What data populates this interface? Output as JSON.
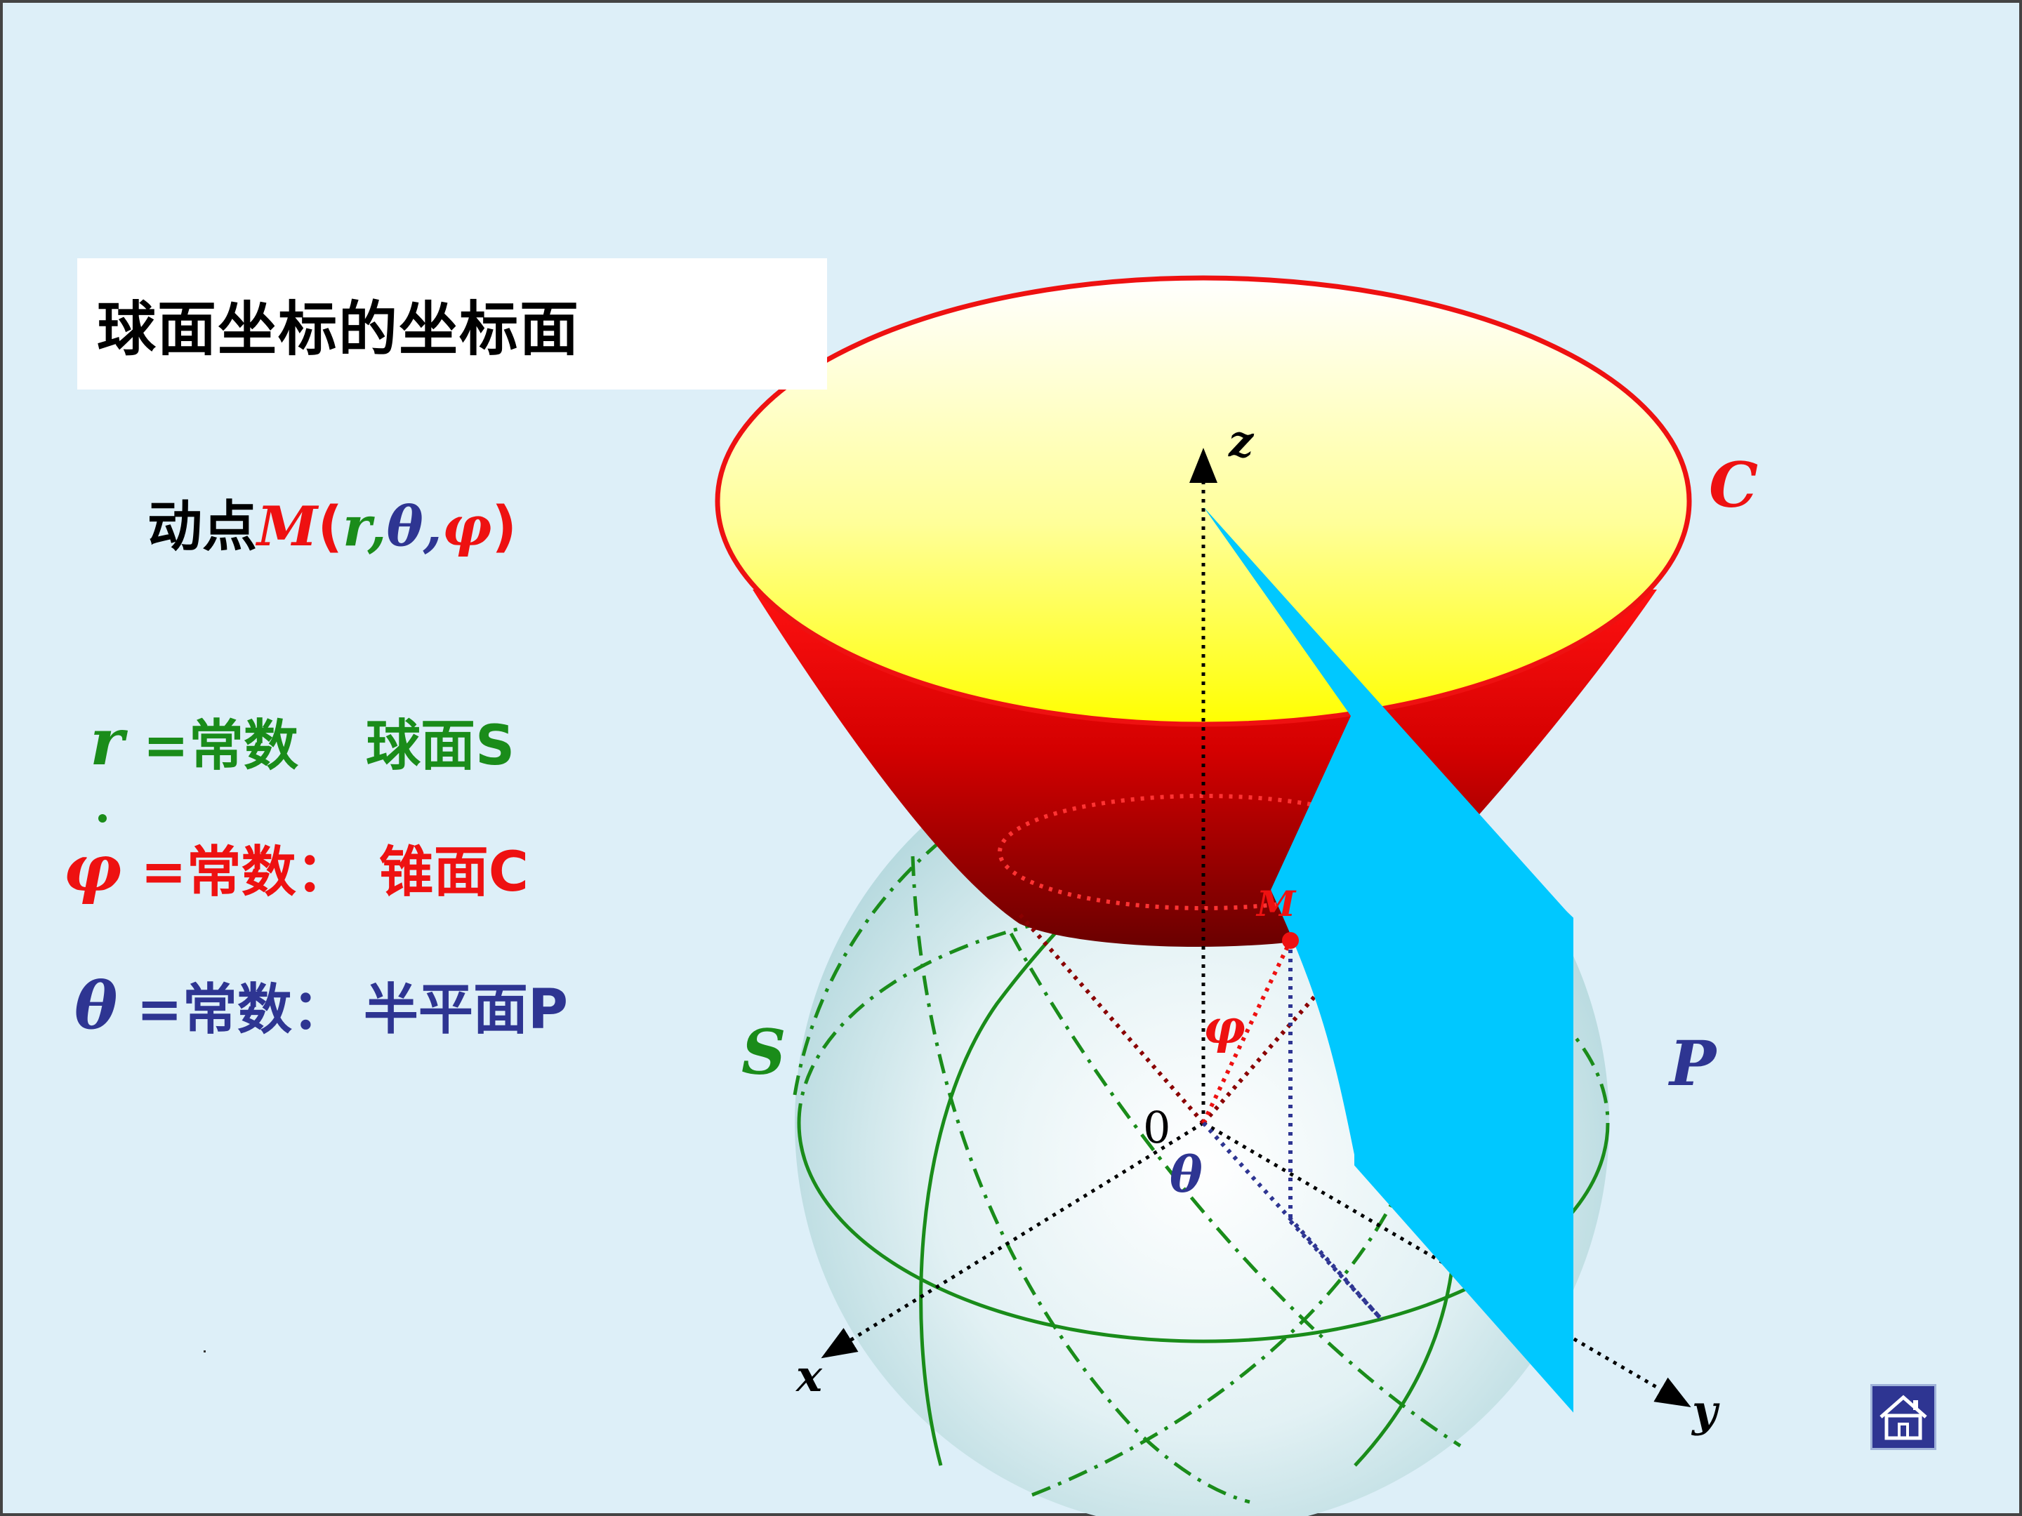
{
  "title": "球面坐标的坐标面",
  "moving_point": {
    "label": "动点",
    "M": "M",
    "open": "(",
    "r": "r",
    "comma1": ",",
    "theta": "θ",
    "comma2": ",",
    "phi": "φ",
    "close": ")"
  },
  "rows": {
    "r": {
      "symbol": "r",
      "eq": " =常数",
      "surface": "球面S"
    },
    "phi": {
      "symbol": "φ",
      "eq": " =常数：",
      "surface": "锥面C"
    },
    "theta": {
      "symbol": "θ",
      "eq": " =常数：",
      "surface": "半平面P"
    }
  },
  "diagram": {
    "axis_z": "z",
    "axis_x": "x",
    "axis_y": "y",
    "origin": "0",
    "label_C": "C",
    "label_S": "S",
    "label_P": "P",
    "label_M": "M",
    "angle_phi": "φ",
    "angle_theta": "θ"
  },
  "colors": {
    "background": "#ddeff8",
    "sphere_green": "#1a8c1a",
    "cone_red": "#ee1111",
    "plane_cyan": "#00c8ff",
    "theta_blue": "#2e3592"
  },
  "icons": {
    "home": "home-icon"
  }
}
